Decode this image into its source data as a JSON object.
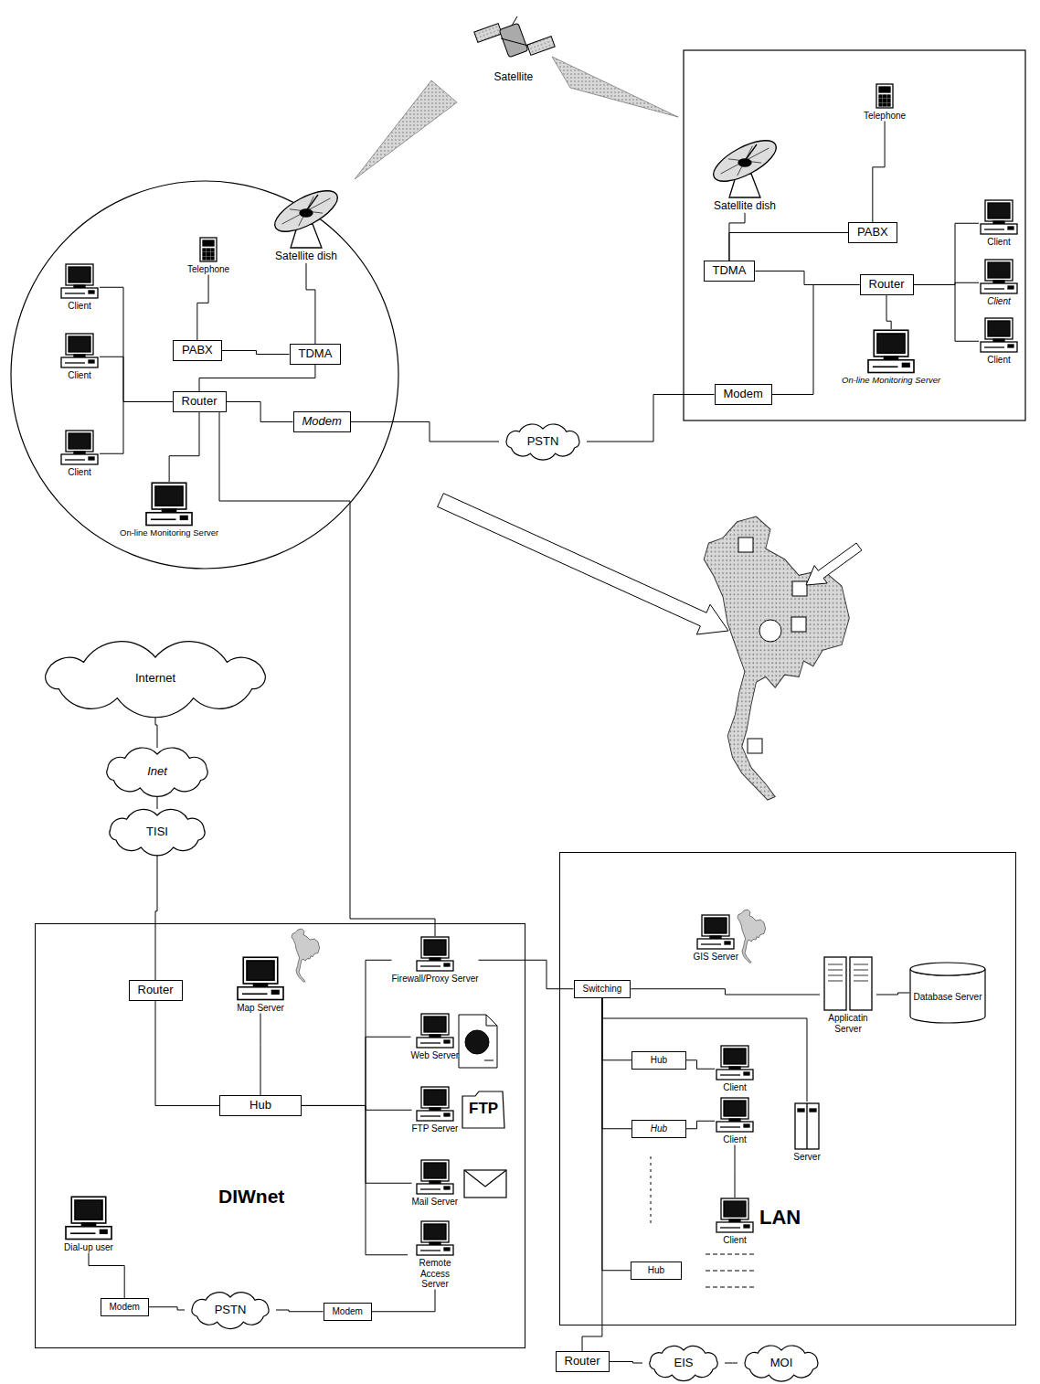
{
  "diagram": {
    "nodes": [
      {
        "text": [
          "Satellite dish"
        ]
      },
      {
        "text": [
          "Telephone"
        ]
      },
      {
        "text": [
          "PABX"
        ]
      },
      {
        "text": [
          "TDMA"
        ]
      },
      {
        "text": [
          "Client"
        ]
      },
      {
        "text": [
          "Client"
        ]
      },
      {
        "text": [
          "Client"
        ]
      },
      {
        "text": [
          "Router"
        ]
      },
      {
        "text": [
          "Modem"
        ]
      },
      {
        "text": [
          "On-line Monitoring Server"
        ]
      },
      {
        "text": [
          "Telephone"
        ]
      },
      {
        "text": [
          "Satellite dish"
        ]
      },
      {
        "text": [
          "PABX"
        ]
      },
      {
        "text": [
          "TDMA"
        ]
      },
      {
        "text": [
          "Router"
        ]
      },
      {
        "text": [
          "Client"
        ]
      },
      {
        "text": [
          "Client"
        ]
      },
      {
        "text": [
          "Client"
        ]
      },
      {
        "text": [
          "Modem"
        ]
      },
      {
        "text": [
          "On-line Monitoring Server"
        ]
      },
      {
        "text": [
          "PSTN"
        ]
      },
      {
        "text": [
          "Internet"
        ]
      },
      {
        "text": [
          "Inet"
        ]
      },
      {
        "text": [
          "TISI"
        ]
      },
      {
        "text": [
          "DIWnet"
        ]
      },
      {
        "text": [
          "Router"
        ],
        "in": 24
      },
      {
        "text": [
          "Map Server"
        ],
        "in": 24
      },
      {
        "text": [
          "Firewall/Proxy Server"
        ],
        "in": 24
      },
      {
        "text": [
          "Web Server"
        ],
        "in": 24
      },
      {
        "text": [
          "Hub"
        ],
        "in": 24
      },
      {
        "text": [
          "FTP Server"
        ],
        "in": 24
      },
      {
        "text": [
          "Mail Server"
        ],
        "in": 24
      },
      {
        "text": [
          "Dial-up user"
        ],
        "in": 24
      },
      {
        "text": [
          "Remote Access Server"
        ],
        "in": 24
      },
      {
        "text": [
          "Modem"
        ],
        "in": 24
      },
      {
        "text": [
          "PSTN"
        ],
        "in": 24
      },
      {
        "text": [
          "Modem"
        ],
        "in": 24
      },
      {
        "text": [
          "LAN"
        ]
      },
      {
        "text": [
          "GIS Server"
        ],
        "in": 37
      },
      {
        "text": [
          "Switching"
        ],
        "in": 37
      },
      {
        "text": [
          "Applicatin Server"
        ],
        "in": 37
      },
      {
        "text": [
          "Database Server"
        ],
        "in": 37
      },
      {
        "text": [
          "Hub"
        ],
        "in": 37
      },
      {
        "text": [
          "Client"
        ],
        "in": 37
      },
      {
        "text": [
          "Hub"
        ],
        "in": 37
      },
      {
        "text": [
          "Client"
        ],
        "in": 37
      },
      {
        "text": [
          "Server"
        ],
        "in": 37
      },
      {
        "text": [
          "Client"
        ],
        "in": 37
      },
      {
        "text": [
          "Hub"
        ],
        "in": 37
      },
      {
        "text": [
          "Router"
        ]
      },
      {
        "text": [
          "EIS"
        ]
      },
      {
        "text": [
          "MOI"
        ]
      }
    ],
    "edges": [
      {
        "from": 1,
        "to": 2,
        "arrow": "none"
      },
      {
        "from": 2,
        "to": 3,
        "arrow": "none"
      },
      {
        "from": 3,
        "to": 0,
        "arrow": "none"
      },
      {
        "from": 3,
        "to": 7,
        "arrow": "none"
      },
      {
        "from": 7,
        "to": 8,
        "arrow": "none"
      },
      {
        "from": 7,
        "to": 9,
        "arrow": "none"
      },
      {
        "from": 4,
        "to": 7,
        "arrow": "none"
      },
      {
        "from": 5,
        "to": 7,
        "arrow": "none"
      },
      {
        "from": 6,
        "to": 7,
        "arrow": "none"
      },
      {
        "from": 8,
        "to": 20,
        "arrow": "none"
      },
      {
        "from": 20,
        "to": 18,
        "arrow": "none"
      },
      {
        "from": 18,
        "to": 14,
        "arrow": "none"
      },
      {
        "from": 14,
        "to": 19,
        "arrow": "none"
      },
      {
        "from": 14,
        "to": 15,
        "arrow": "none"
      },
      {
        "from": 14,
        "to": 16,
        "arrow": "none"
      },
      {
        "from": 14,
        "to": 17,
        "arrow": "none"
      },
      {
        "from": 13,
        "to": 14,
        "arrow": "none"
      },
      {
        "from": 13,
        "to": 12,
        "arrow": "none"
      },
      {
        "from": 12,
        "to": 10,
        "arrow": "none"
      },
      {
        "from": 11,
        "to": 13,
        "arrow": "none"
      },
      {
        "from": 7,
        "to": 27,
        "arrow": "none"
      },
      {
        "from": 21,
        "to": 22,
        "arrow": "none"
      },
      {
        "from": 22,
        "to": 23,
        "arrow": "none"
      },
      {
        "from": 23,
        "to": 25,
        "arrow": "none"
      },
      {
        "from": 25,
        "to": 29,
        "arrow": "none"
      },
      {
        "from": 29,
        "to": 26,
        "arrow": "none"
      },
      {
        "from": 29,
        "to": 27,
        "arrow": "none"
      },
      {
        "from": 29,
        "to": 28,
        "arrow": "none"
      },
      {
        "from": 29,
        "to": 30,
        "arrow": "none"
      },
      {
        "from": 29,
        "to": 31,
        "arrow": "none"
      },
      {
        "from": 29,
        "to": 33,
        "arrow": "none"
      },
      {
        "from": 32,
        "to": 34,
        "arrow": "none"
      },
      {
        "from": 34,
        "to": 35,
        "arrow": "none"
      },
      {
        "from": 35,
        "to": 36,
        "arrow": "none"
      },
      {
        "from": 36,
        "to": 33,
        "arrow": "none"
      },
      {
        "from": 27,
        "to": 39,
        "arrow": "none"
      },
      {
        "from": 39,
        "to": 40,
        "arrow": "none"
      },
      {
        "from": 40,
        "to": 41,
        "arrow": "none"
      },
      {
        "from": 39,
        "to": 46,
        "arrow": "none"
      },
      {
        "from": 39,
        "to": 42,
        "arrow": "none"
      },
      {
        "from": 39,
        "to": 44,
        "arrow": "none"
      },
      {
        "from": 39,
        "to": 48,
        "arrow": "none"
      },
      {
        "from": 42,
        "to": 43,
        "arrow": "none"
      },
      {
        "from": 44,
        "to": 45,
        "arrow": "none"
      },
      {
        "from": 45,
        "to": 47,
        "arrow": "none"
      },
      {
        "from": 39,
        "to": 49,
        "arrow": "none"
      },
      {
        "from": 49,
        "to": 50,
        "arrow": "none"
      },
      {
        "from": 50,
        "to": 51,
        "arrow": "none"
      }
    ],
    "labels": [
      "Satellite",
      "FTP"
    ]
  }
}
